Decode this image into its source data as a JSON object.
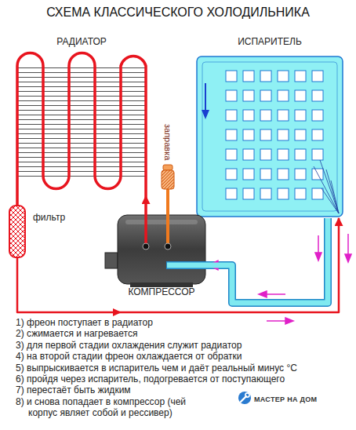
{
  "diagram": {
    "title": "СХЕМА КЛАССИЧЕСКОГО ХОЛОДИЛЬНИКА",
    "nodes": [
      {
        "text": [
          "РАДИАТОР"
        ]
      },
      {
        "text": [
          "ИСПАРИТЕЛЬ"
        ]
      },
      {
        "text": [
          "заправка"
        ]
      },
      {
        "text": [
          "фильтр"
        ]
      },
      {
        "text": [
          "КОМПРЕССОР"
        ]
      }
    ],
    "edges": [
      {
        "from": 4,
        "to": 0,
        "arrow": "to"
      },
      {
        "from": 0,
        "to": 3,
        "arrow": "none"
      },
      {
        "from": 3,
        "to": 1,
        "arrow": "to"
      },
      {
        "from": 1,
        "to": 4,
        "arrow": "to"
      },
      {
        "from": 2,
        "to": 4,
        "arrow": "none"
      }
    ],
    "labels": [
      "1) фреон поступает в радиатор",
      "2) сжимается и нагревается",
      "3) для первой стадии охлаждения служит радиатор",
      "4) на второй стадии фреон охлаждается от обратки",
      "5) выпрыскивается в испаритель чем и даёт реальный минус °С",
      "6) пройдя через испаритель, подогревается от поступающего",
      "7) перестаёт быть жидким",
      "8) и снова попадает в компрессор (чей корпус являет собой и рессивер)",
      "МАСТЕР НА ДОМ"
    ]
  }
}
